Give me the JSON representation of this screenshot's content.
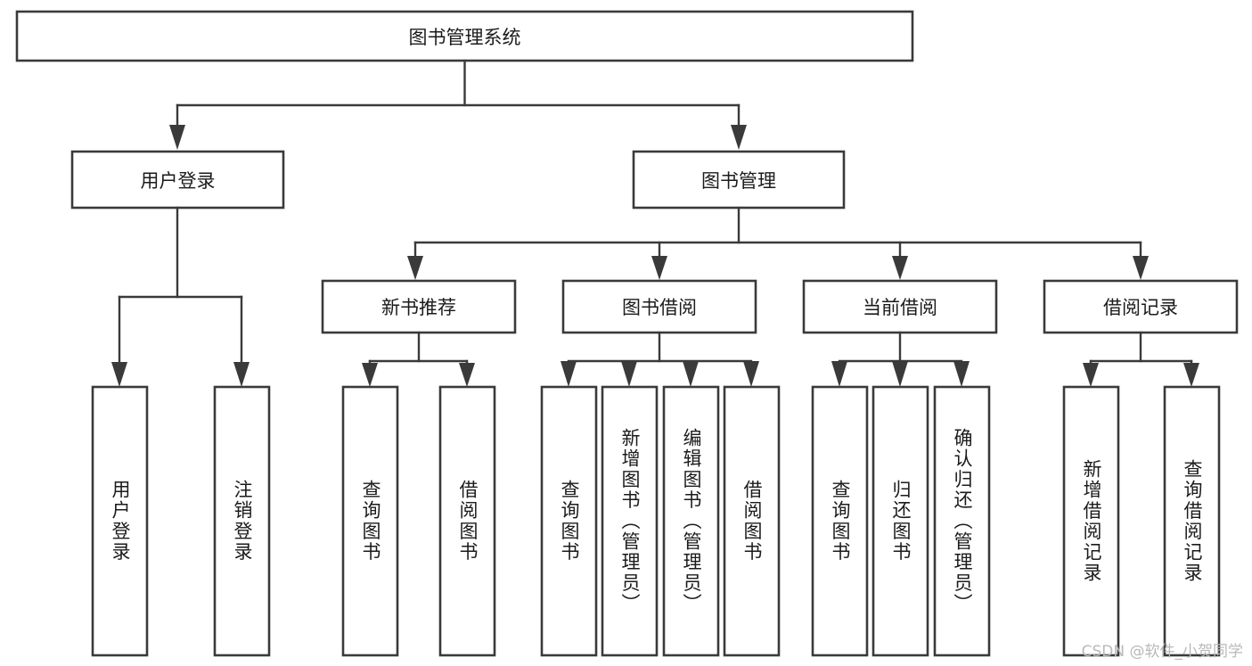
{
  "diagram": {
    "type": "tree-hierarchy",
    "title": "图书管理系统",
    "watermark": "CSDN @软件_小贺同学",
    "colors": {
      "box_stroke": "#3a3a3a",
      "box_fill": "#ffffff",
      "connector": "#3a3a3a",
      "text": "#1b1b1b",
      "background": "#ffffff",
      "watermark": "#b9b9b9"
    },
    "root": {
      "label": "图书管理系统"
    },
    "level2": [
      {
        "id": "user-login",
        "label": "用户登录"
      },
      {
        "id": "book-management",
        "label": "图书管理"
      }
    ],
    "level3": [
      {
        "id": "new-book-recommend",
        "label": "新书推荐",
        "parent": "book-management"
      },
      {
        "id": "book-borrow",
        "label": "图书借阅",
        "parent": "book-management"
      },
      {
        "id": "current-borrow",
        "label": "当前借阅",
        "parent": "book-management"
      },
      {
        "id": "borrow-record",
        "label": "借阅记录",
        "parent": "book-management"
      }
    ],
    "leaves": {
      "user-login": [
        {
          "id": "leaf-user-login",
          "label": "用户登录"
        },
        {
          "id": "leaf-logout",
          "label": "注销登录"
        }
      ],
      "new-book-recommend": [
        {
          "id": "leaf-query-book-1",
          "label": "查询图书"
        },
        {
          "id": "leaf-borrow-book-1",
          "label": "借阅图书"
        }
      ],
      "book-borrow": [
        {
          "id": "leaf-query-book-2",
          "label": "查询图书"
        },
        {
          "id": "leaf-add-book",
          "label": "新增图书（管理员）"
        },
        {
          "id": "leaf-edit-book",
          "label": "编辑图书（管理员）"
        },
        {
          "id": "leaf-borrow-book-2",
          "label": "借阅图书"
        }
      ],
      "current-borrow": [
        {
          "id": "leaf-query-book-3",
          "label": "查询图书"
        },
        {
          "id": "leaf-return-book",
          "label": "归还图书"
        },
        {
          "id": "leaf-confirm-return",
          "label": "确认归还（管理员）"
        }
      ],
      "borrow-record": [
        {
          "id": "leaf-add-record",
          "label": "新增借阅记录"
        },
        {
          "id": "leaf-query-record",
          "label": "查询借阅记录"
        }
      ]
    }
  }
}
